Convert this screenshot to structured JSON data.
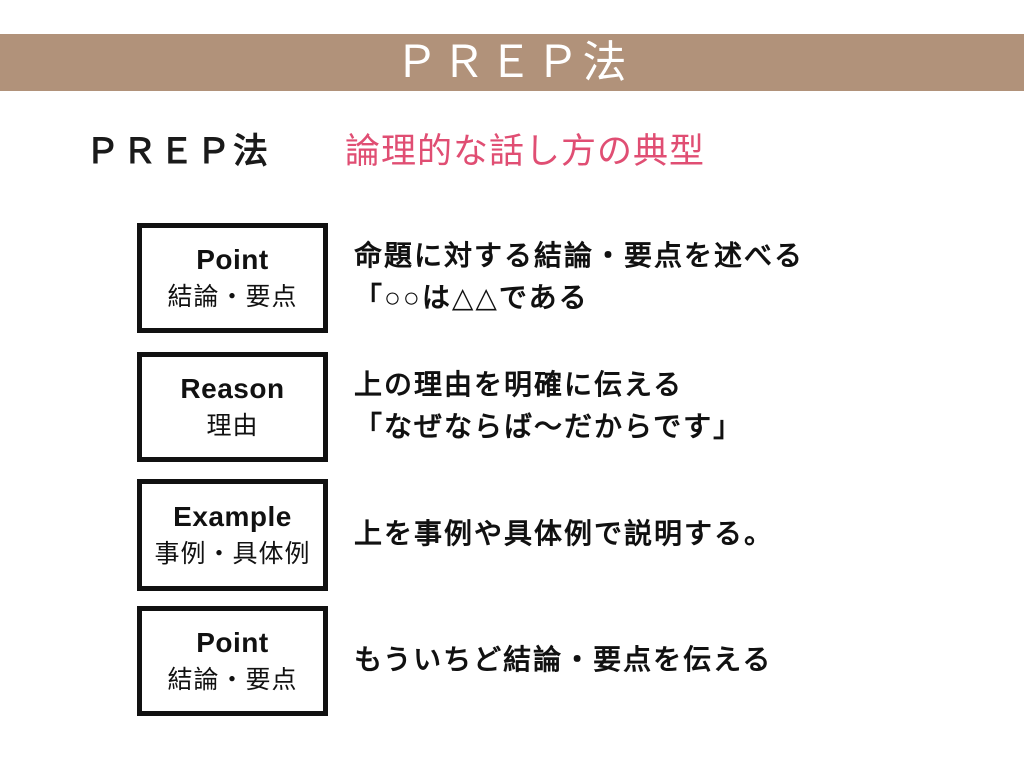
{
  "banner": {
    "title": "ＰＲＥＰ法",
    "background_color": "#b1927a",
    "text_color": "#ffffff"
  },
  "heading": {
    "title": "ＰＲＥＰ法",
    "subtitle": "論理的な話し方の典型",
    "title_color": "#1a1a1a",
    "subtitle_color": "#e04e73"
  },
  "steps": [
    {
      "label_en": "Point",
      "label_ja": "結論・要点",
      "description_lines": [
        "命題に対する結論・要点を述べる",
        "「○○は△△である"
      ]
    },
    {
      "label_en": "Reason",
      "label_ja": "理由",
      "description_lines": [
        "上の理由を明確に伝える",
        "「なぜならば〜だからです」"
      ]
    },
    {
      "label_en": "Example",
      "label_ja": "事例・具体例",
      "description_lines": [
        "上を事例や具体例で説明する。"
      ]
    },
    {
      "label_en": "Point",
      "label_ja": "結論・要点",
      "description_lines": [
        "もういちど結論・要点を伝える"
      ]
    }
  ]
}
